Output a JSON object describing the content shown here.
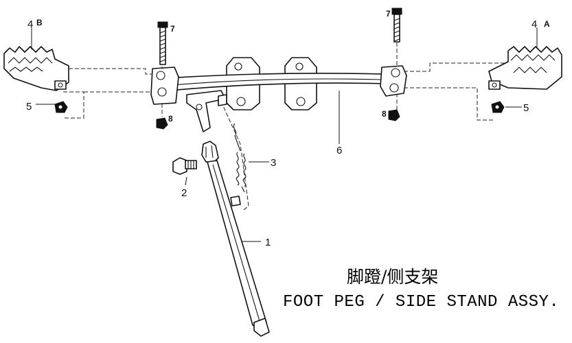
{
  "title": {
    "chinese": "脚蹬/侧支架",
    "english": "FOOT PEG / SIDE STAND ASSY."
  },
  "callouts": {
    "p1": "1",
    "p2": "2",
    "p3": "3",
    "p4_left": "4",
    "p4_right": "4",
    "p5_left": "5",
    "p5_right": "5",
    "p6": "6",
    "p7_left": "7",
    "p7_right": "7",
    "p8_left": "8",
    "p8_right": "8",
    "side_b": "B",
    "side_a": "A"
  }
}
